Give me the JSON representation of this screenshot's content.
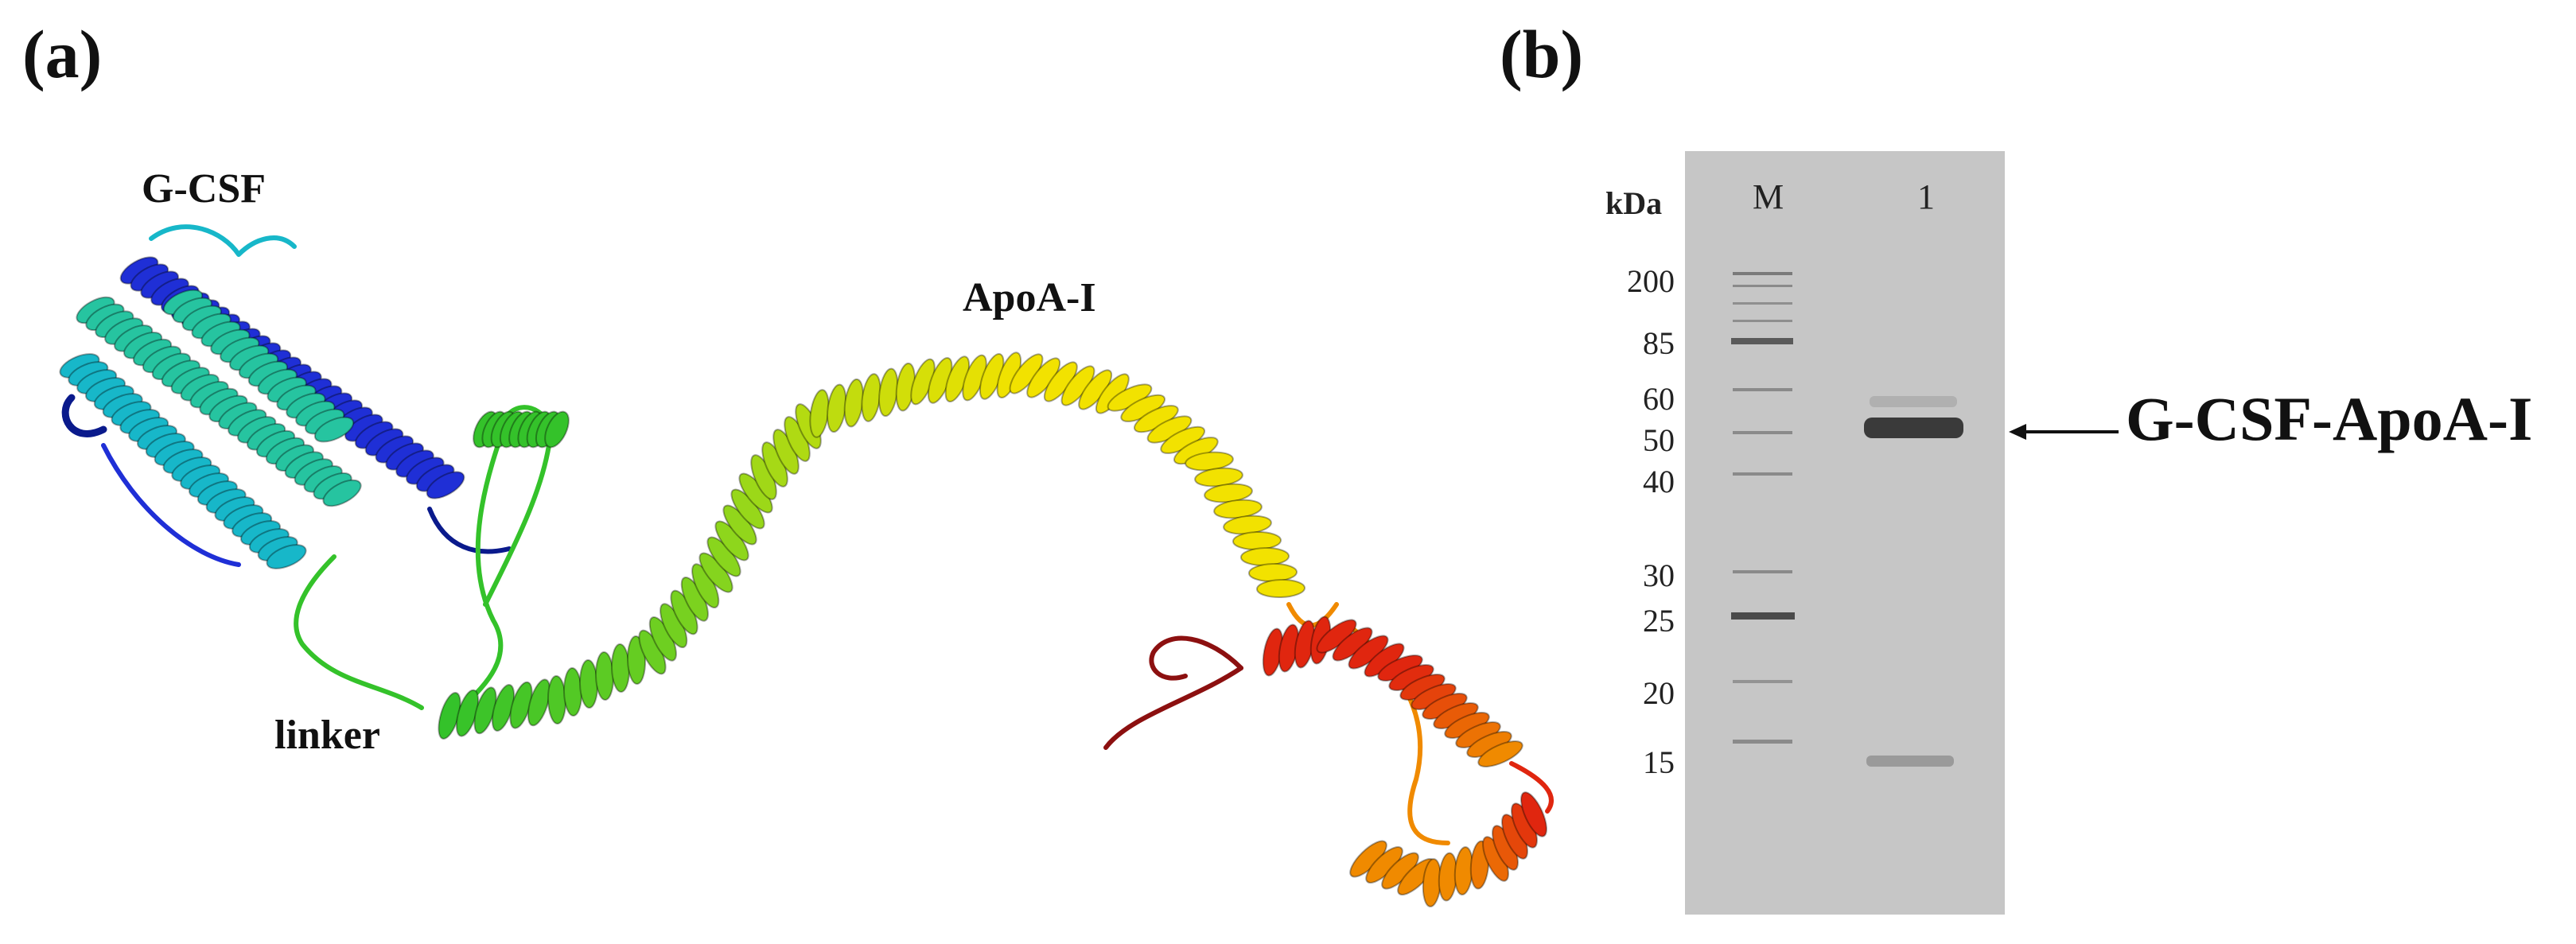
{
  "panels": {
    "a": "(a)",
    "b": "(b)"
  },
  "structure": {
    "labels": {
      "gcsf": "G-CSF",
      "apoa": "ApoA-I",
      "linker": "linker"
    },
    "colors": {
      "dark_blue": "#0a1a8c",
      "blue": "#1f2fd6",
      "cyan": "#17b7c9",
      "teal": "#26c4a0",
      "green": "#34c22a",
      "lime": "#8fd61c",
      "yellow": "#f2e200",
      "orange": "#f08a00",
      "red": "#e0260f",
      "dark_red": "#8c1010"
    }
  },
  "gel": {
    "unit_label": "kDa",
    "lane_labels": [
      "M",
      "1"
    ],
    "markers": [
      "200",
      "85",
      "60",
      "50",
      "40",
      "30",
      "25",
      "20",
      "15"
    ],
    "band_annotation": "G-CSF-ApoA-I",
    "colors": {
      "background": "#c6c6c6",
      "band": "#3a3a3a"
    }
  }
}
